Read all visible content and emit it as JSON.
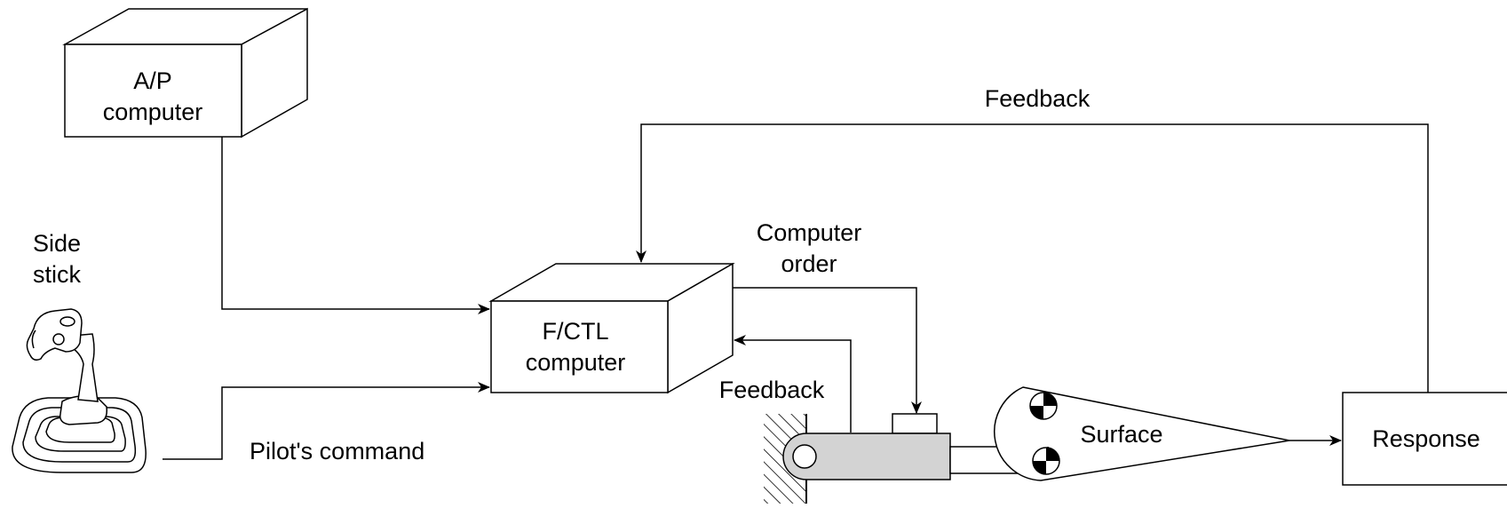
{
  "blocks": {
    "ap_computer": [
      "A/P",
      "computer"
    ],
    "fctl_computer": [
      "F/CTL",
      "computer"
    ],
    "response": "Response"
  },
  "labels": {
    "side_stick": [
      "Side",
      "stick"
    ],
    "pilot_command": "Pilot's command",
    "feedback_top": "Feedback",
    "computer_order": [
      "Computer",
      "order"
    ],
    "feedback_actuator": "Feedback",
    "surface": "Surface"
  },
  "colors": {
    "line": "#000000",
    "actuator_fill": "#d3d3d3",
    "background": "#ffffff"
  },
  "icons": {
    "side_stick": "joystick-icon",
    "pivot": "center-of-gravity-icon"
  }
}
